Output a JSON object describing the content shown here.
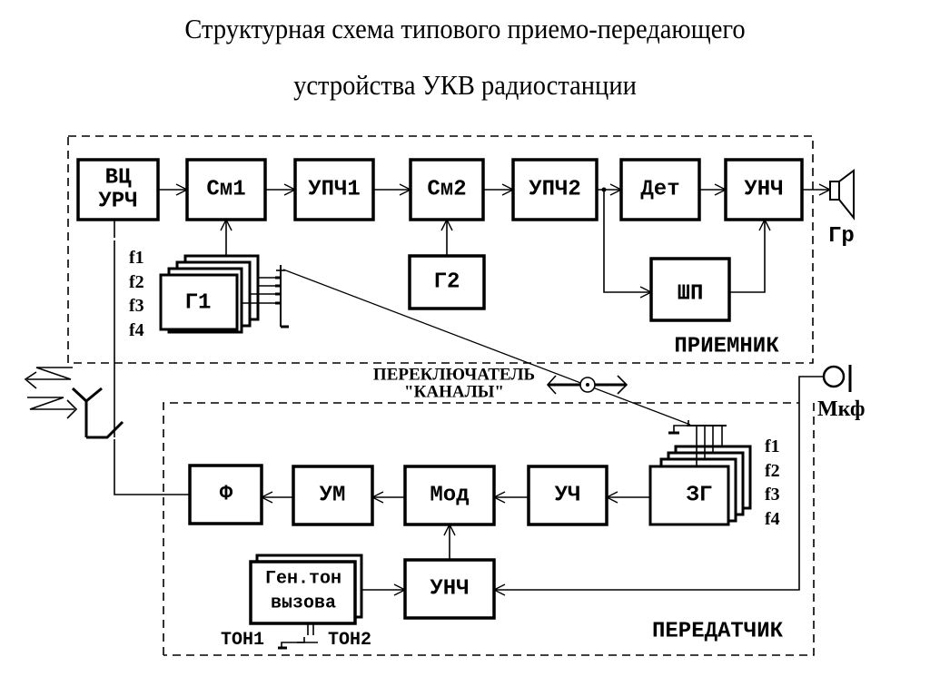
{
  "title": {
    "line1": "Структурная схема типового приемо-передающего",
    "line2": "устройства УКВ радиостанции"
  },
  "receiver": {
    "section_label": "ПРИЕМНИК",
    "blocks": {
      "vc_urch_1": "ВЦ",
      "vc_urch_2": "УРЧ",
      "sm1": "См1",
      "upch1": "УПЧ1",
      "sm2": "См2",
      "upch2": "УПЧ2",
      "det": "Дет",
      "unch": "УНЧ",
      "g1": "Г1",
      "g2": "Г2",
      "shp": "ШП"
    },
    "g1_freqs": [
      "f1",
      "f2",
      "f3",
      "f4"
    ],
    "speaker_label": "Гр"
  },
  "switch": {
    "label_line1": "ПЕРЕКЛЮЧАТЕЛЬ",
    "label_line2": "\"КАНАЛЫ\""
  },
  "transmitter": {
    "section_label": "ПЕРЕДАТЧИК",
    "blocks": {
      "f": "Ф",
      "um": "УМ",
      "mod": "Мод",
      "uch": "УЧ",
      "zg": "ЗГ",
      "unch": "УНЧ",
      "gen_line1": "Ген.тон",
      "gen_line2": "вызова"
    },
    "zg_freqs": [
      "f1",
      "f2",
      "f3",
      "f4"
    ],
    "tone1": "ТОН1",
    "tone2": "ТОН2",
    "mic_label": "Мкф"
  }
}
